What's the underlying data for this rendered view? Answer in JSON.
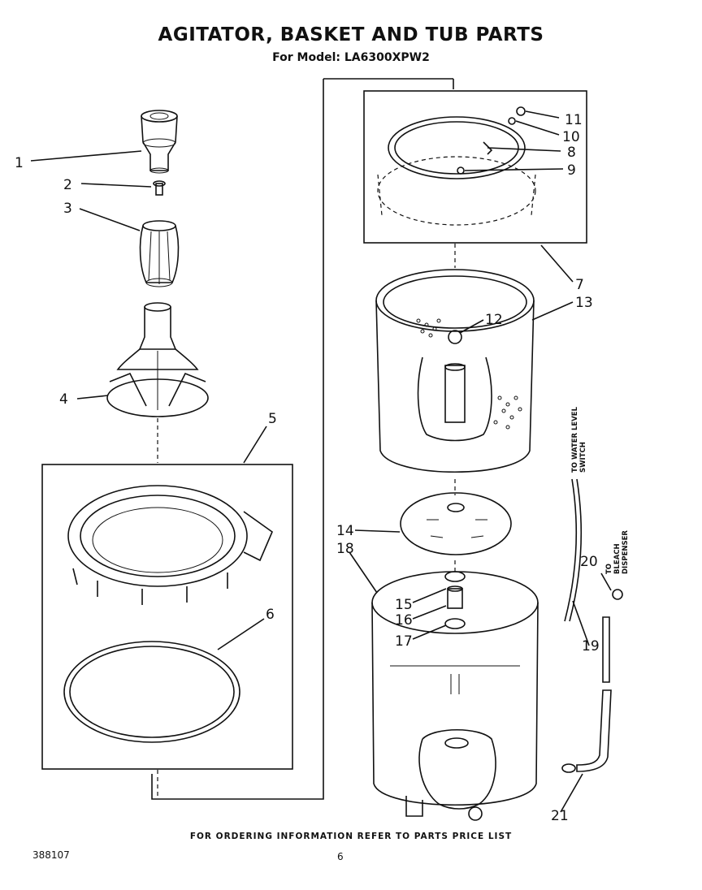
{
  "header": {
    "title": "AGITATOR, BASKET AND TUB PARTS",
    "subtitle": "For Model: LA6300XPW2"
  },
  "callouts": [
    "1",
    "2",
    "3",
    "4",
    "5",
    "6",
    "7",
    "8",
    "9",
    "10",
    "11",
    "12",
    "13",
    "14",
    "15",
    "16",
    "17",
    "18",
    "19",
    "20",
    "21"
  ],
  "side_labels": {
    "water_level_line1": "TO WATER LEVEL",
    "water_level_line2": "SWITCH",
    "bleach_line1": "TO",
    "bleach_line2": "BLEACH",
    "bleach_line3": "DISPENSER"
  },
  "footer": {
    "note": "FOR ORDERING INFORMATION REFER TO PARTS PRICE LIST",
    "doc_id": "388107",
    "page": "6"
  }
}
